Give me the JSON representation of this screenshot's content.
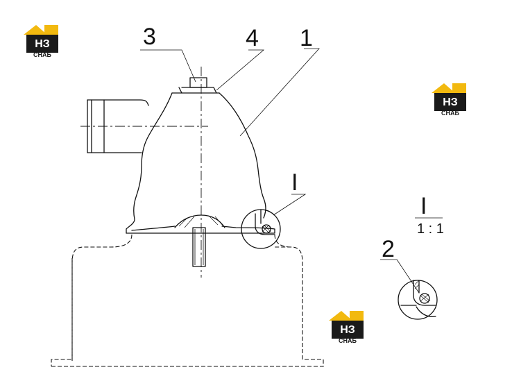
{
  "callouts": {
    "part_1": "1",
    "part_2": "2",
    "part_3": "3",
    "part_4": "4",
    "detail_ref": "I"
  },
  "detail_view": {
    "label": "I",
    "scale": "1 : 1"
  },
  "watermark": {
    "top_text": "НЗ",
    "bottom_text": "СНАБ",
    "colors": {
      "roof": "#f2b90f",
      "box": "#1a1a1a",
      "text": "#ffffff"
    }
  }
}
